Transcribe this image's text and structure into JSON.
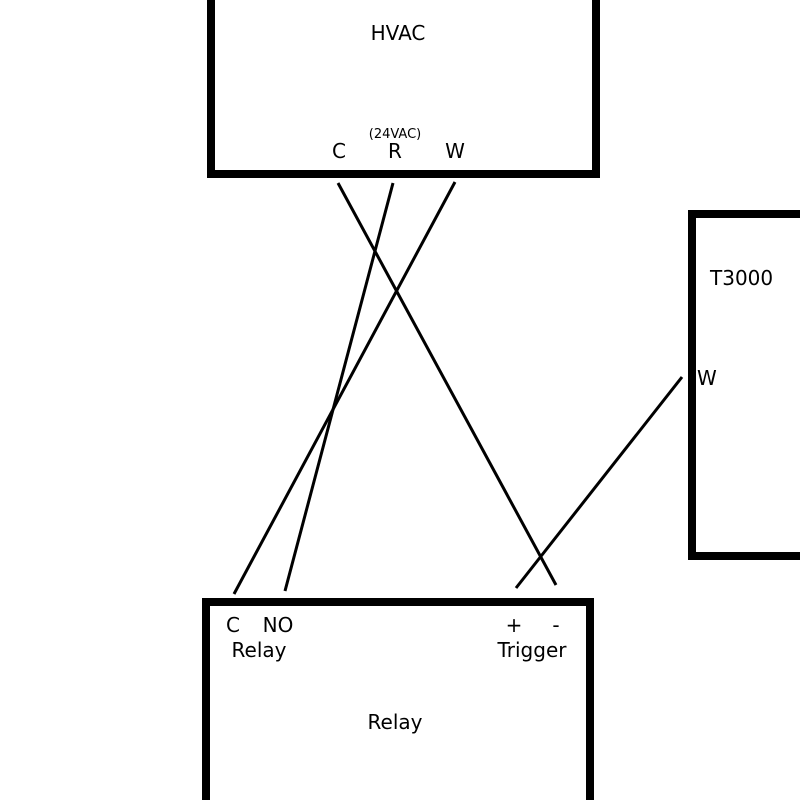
{
  "hvac": {
    "title": "HVAC",
    "voltage_note": "(24VAC)",
    "terminals": {
      "c": "C",
      "r": "R",
      "w": "W"
    }
  },
  "thermostat": {
    "title": "T3000",
    "terminals": {
      "w": "W"
    }
  },
  "relay": {
    "title": "Relay",
    "relay_group_label": "Relay",
    "trigger_group_label": "Trigger",
    "terminals": {
      "c": "C",
      "no": "NO",
      "plus": "+",
      "minus": "-"
    }
  },
  "connections": [
    {
      "from": "HVAC C",
      "to": "Relay Trigger -"
    },
    {
      "from": "HVAC R",
      "to": "Relay NO"
    },
    {
      "from": "HVAC W",
      "to": "Relay C"
    },
    {
      "from": "T3000 W",
      "to": "Relay Trigger +"
    }
  ]
}
